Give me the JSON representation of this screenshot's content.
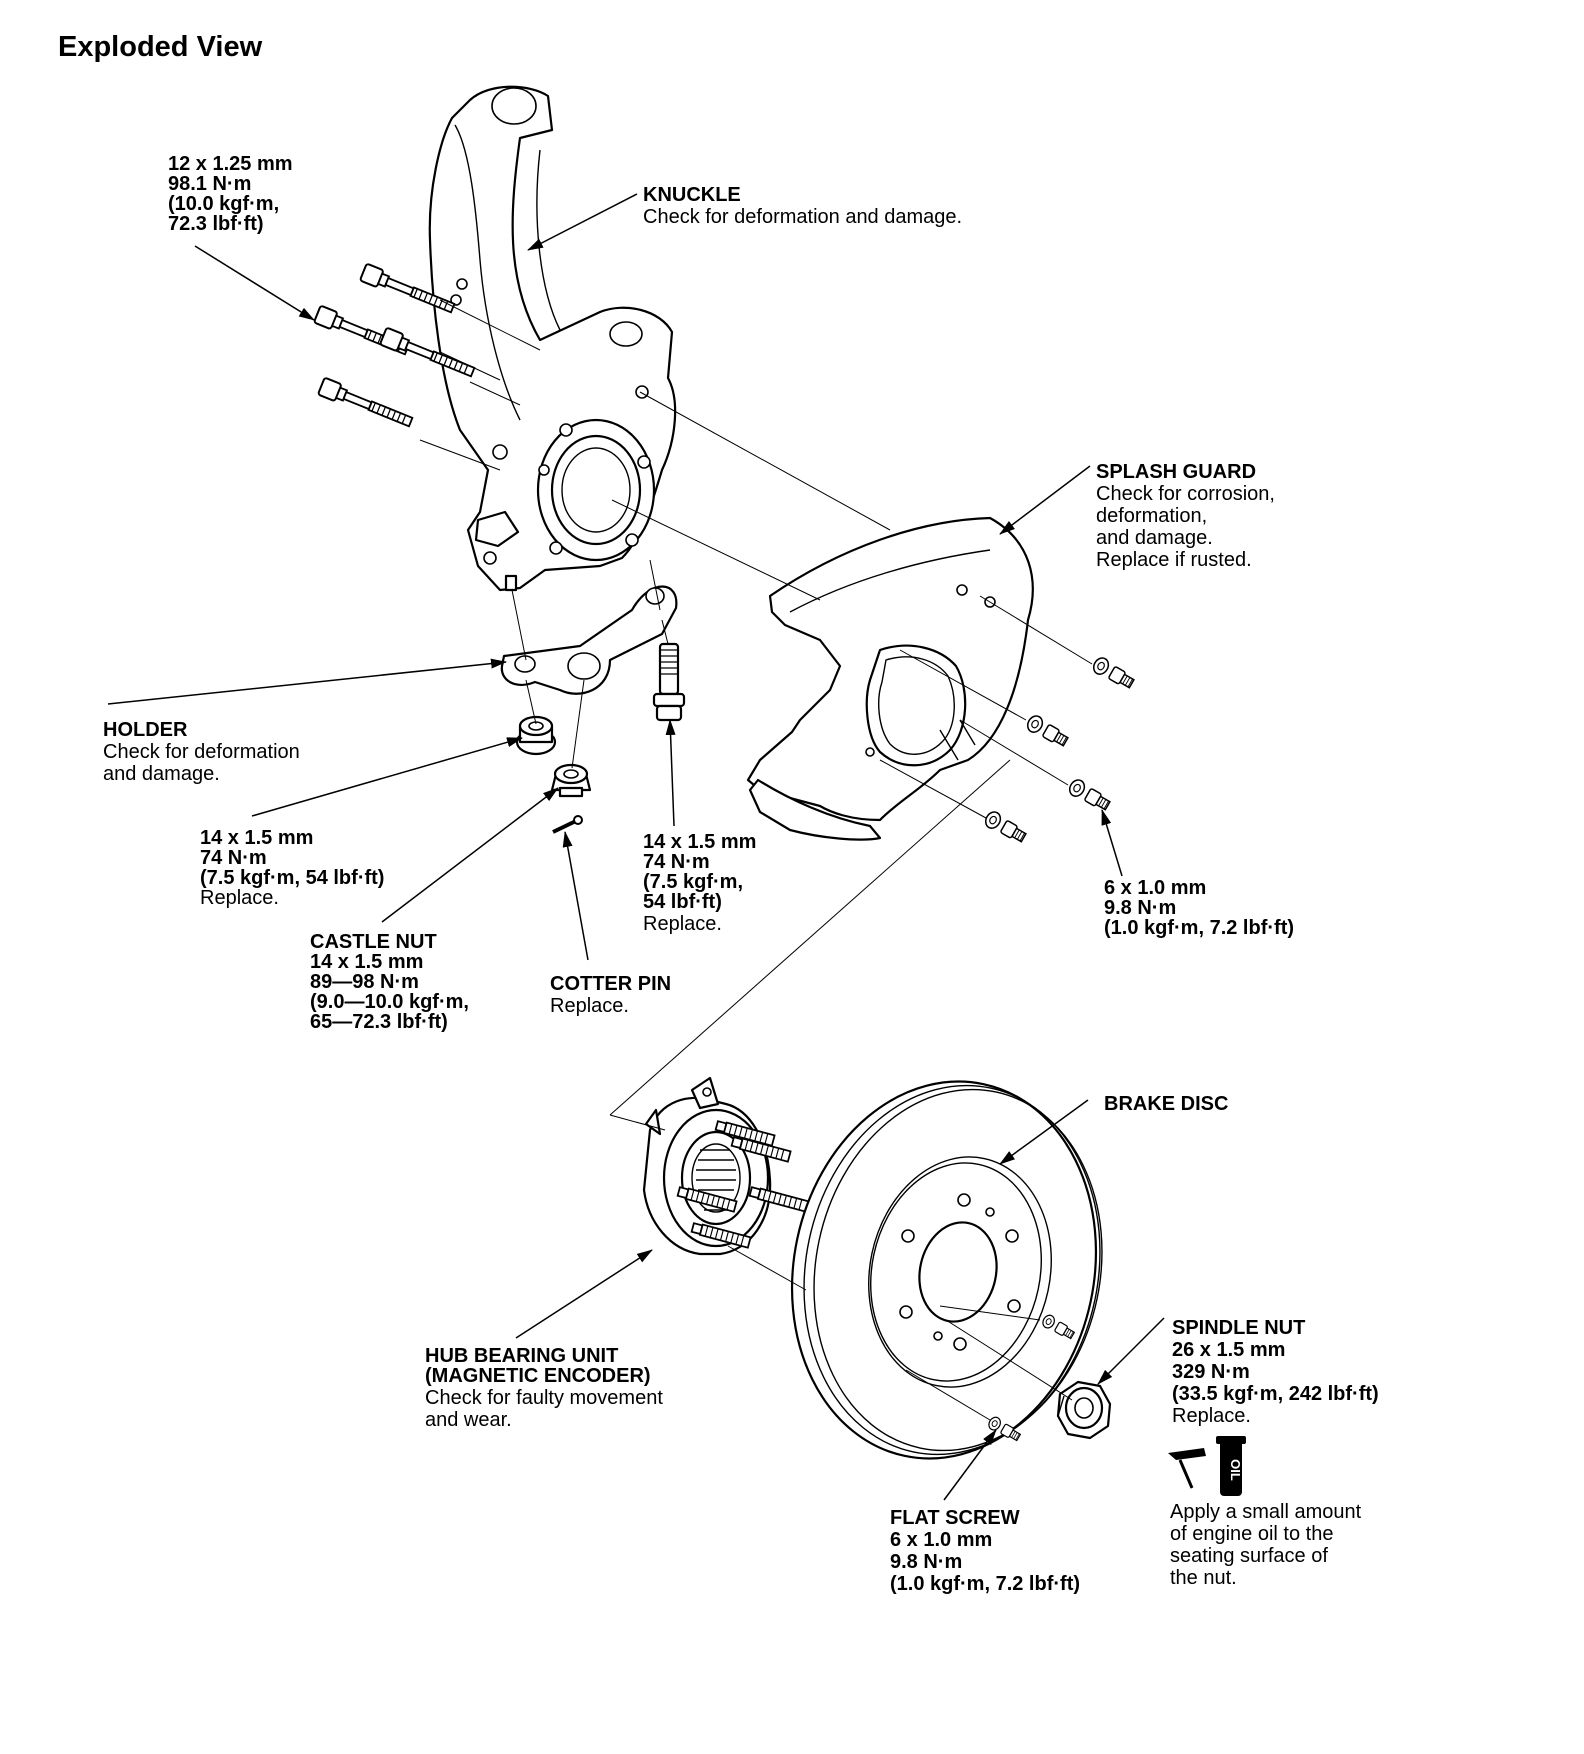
{
  "title": "Exploded View",
  "callouts": {
    "knuckle_bolt": [
      "12 x 1.25 mm",
      "98.1 N·m",
      "(10.0 kgf·m,",
      "72.3 lbf·ft)"
    ],
    "knuckle": [
      "KNUCKLE",
      "Check for deformation and damage."
    ],
    "splash_guard": [
      "SPLASH GUARD",
      "Check for corrosion,",
      "deformation,",
      "and damage.",
      "Replace if rusted."
    ],
    "holder": [
      "HOLDER",
      "Check for deformation",
      "and damage."
    ],
    "holder_nut": [
      "14 x 1.5 mm",
      "74 N·m",
      "(7.5 kgf·m, 54 lbf·ft)",
      "Replace."
    ],
    "holder_bolt": [
      "14 x 1.5 mm",
      "74 N·m",
      "(7.5 kgf·m,",
      "54 lbf·ft)",
      "Replace."
    ],
    "guard_bolt": [
      "6 x 1.0 mm",
      "9.8 N·m",
      "(1.0 kgf·m, 7.2 lbf·ft)"
    ],
    "castle_nut": [
      "CASTLE NUT",
      "14 x 1.5 mm",
      "89—98 N·m",
      "(9.0—10.0 kgf·m,",
      "65—72.3 lbf·ft)"
    ],
    "cotter_pin": [
      "COTTER PIN",
      "Replace."
    ],
    "brake_disc": [
      "BRAKE DISC"
    ],
    "hub_bearing": [
      "HUB BEARING UNIT",
      "(MAGNETIC ENCODER)",
      "Check for faulty movement",
      "and wear."
    ],
    "spindle_nut": [
      "SPINDLE NUT",
      "26 x 1.5 mm",
      "329 N·m",
      "(33.5 kgf·m, 242 lbf·ft)",
      "Replace."
    ],
    "flat_screw": [
      "FLAT SCREW",
      "6 x 1.0 mm",
      "9.8 N·m",
      "(1.0 kgf·m, 7.2 lbf·ft)"
    ],
    "oil_note": [
      "Apply a small amount",
      "of engine oil to the",
      "seating surface of",
      "the nut."
    ],
    "oil_can_label": "OIL"
  }
}
